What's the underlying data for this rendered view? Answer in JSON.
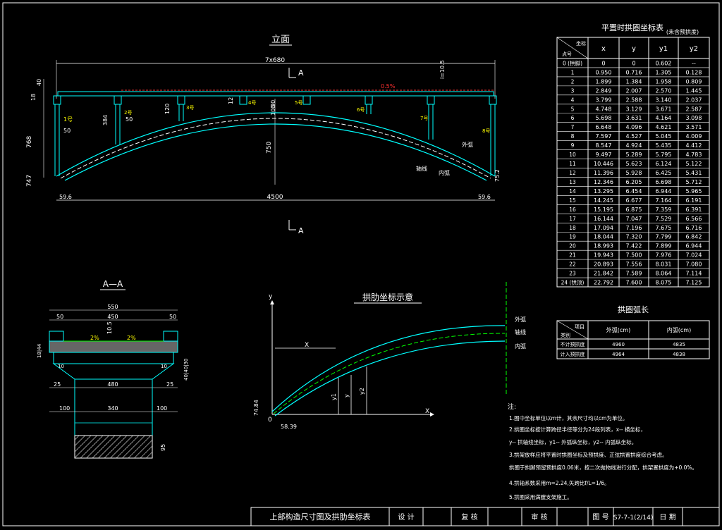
{
  "elevation": {
    "title": "立面",
    "dims": {
      "span_top": "7x680",
      "total": "4500",
      "d40": "40",
      "d18": "18",
      "h768": "768",
      "h747": "747",
      "h750": "750",
      "h384": "384",
      "d50a": "50",
      "d50b": "50",
      "d120": "120",
      "d12": "12",
      "d90": "90",
      "d100": "100",
      "d100b": "100",
      "d40b": "40",
      "d1063": "i=10.5",
      "left_end": "59.6",
      "right_end": "59.6",
      "slope": "0.5%",
      "d752": "75.2"
    },
    "piers": [
      "1号",
      "2号",
      "3号",
      "4号",
      "5号",
      "6号",
      "7号",
      "8号"
    ],
    "labels": {
      "outer": "外弧",
      "axis": "轴线",
      "inner": "内弧"
    },
    "section_mark": "A"
  },
  "section_aa": {
    "title": "A—A",
    "dims": {
      "w550": "550",
      "w50a": "50",
      "w450": "450",
      "w50b": "50",
      "h10": "10.5",
      "w25a": "25",
      "w480": "480",
      "w25b": "25",
      "w100a": "100",
      "w340": "340",
      "w100b": "100",
      "h95": "95",
      "h1844": "18|44",
      "h40": "40|40|30",
      "s10a": "10",
      "s10b": "10",
      "slope_a": "2%",
      "slope_b": "2%"
    }
  },
  "rib_diagram": {
    "title": "拱肋坐标示意",
    "axis_x": "X",
    "axis_y": "y",
    "origin": "0",
    "x_label": "X",
    "y_labels": [
      "y1",
      "y",
      "y2"
    ],
    "d7484": "74.84",
    "d5839": "58.39",
    "legend": [
      "外弧",
      "轴线",
      "内弧"
    ]
  },
  "coord_table": {
    "title": "平置时拱圈坐标表",
    "subtitle": "(未含预拱度)",
    "header_corner_top": "坐标",
    "header_corner_bottom": "点号",
    "columns": [
      "x",
      "y",
      "y1",
      "y2"
    ],
    "rows": [
      [
        "0 (拱脚)",
        "0",
        "0",
        "0.602",
        "--"
      ],
      [
        "1",
        "0.950",
        "0.716",
        "1.305",
        "0.128"
      ],
      [
        "2",
        "1.899",
        "1.384",
        "1.958",
        "0.809"
      ],
      [
        "3",
        "2.849",
        "2.007",
        "2.570",
        "1.445"
      ],
      [
        "4",
        "3.799",
        "2.588",
        "3.140",
        "2.037"
      ],
      [
        "5",
        "4.748",
        "3.129",
        "3.671",
        "2.587"
      ],
      [
        "6",
        "5.698",
        "3.631",
        "4.164",
        "3.098"
      ],
      [
        "7",
        "6.648",
        "4.096",
        "4.621",
        "3.571"
      ],
      [
        "8",
        "7.597",
        "4.527",
        "5.045",
        "4.009"
      ],
      [
        "9",
        "8.547",
        "4.924",
        "5.435",
        "4.412"
      ],
      [
        "10",
        "9.497",
        "5.289",
        "5.795",
        "4.783"
      ],
      [
        "11",
        "10.446",
        "5.623",
        "6.124",
        "5.122"
      ],
      [
        "12",
        "11.396",
        "5.928",
        "6.425",
        "5.431"
      ],
      [
        "13",
        "12.346",
        "6.205",
        "6.698",
        "5.712"
      ],
      [
        "14",
        "13.295",
        "6.454",
        "6.944",
        "5.965"
      ],
      [
        "15",
        "14.245",
        "6.677",
        "7.164",
        "6.191"
      ],
      [
        "16",
        "15.195",
        "6.875",
        "7.359",
        "6.391"
      ],
      [
        "17",
        "16.144",
        "7.047",
        "7.529",
        "6.566"
      ],
      [
        "18",
        "17.094",
        "7.196",
        "7.675",
        "6.716"
      ],
      [
        "19",
        "18.044",
        "7.320",
        "7.799",
        "6.842"
      ],
      [
        "20",
        "18.993",
        "7.422",
        "7.899",
        "6.944"
      ],
      [
        "21",
        "19.943",
        "7.500",
        "7.976",
        "7.024"
      ],
      [
        "22",
        "20.893",
        "7.556",
        "8.031",
        "7.080"
      ],
      [
        "23",
        "21.842",
        "7.589",
        "8.064",
        "7.114"
      ],
      [
        "24 (拱顶)",
        "22.792",
        "7.600",
        "8.075",
        "7.125"
      ]
    ]
  },
  "arch_length_table": {
    "title": "拱圈弧长",
    "corner_top": "项目",
    "corner_bottom": "类别",
    "columns": [
      "外弧(cm)",
      "内弧(cm)"
    ],
    "rows": [
      [
        "不计预拱度",
        "4960",
        "4835"
      ],
      [
        "计入预拱度",
        "4964",
        "4838"
      ]
    ]
  },
  "notes": {
    "title": "注:",
    "lines": [
      "1.图中坐标单位以m计，其余尺寸均以cm为单位。",
      "2.拱圈坐标按计算跨径半径等分为24段列表，x-- 横坐标，",
      "  y-- 拱轴线坐标，y1-- 外弧纵坐标，y2-- 内弧纵坐标。",
      "3.拱架放样应将平置时拱圈坐标及预拱度、正弦拱置拱度综合考虑。",
      "  拱圈于拱脚预留预拱度0.06米，按二次抛物线进行分配，拱架置拱度为+0.0%。",
      "4.拱轴系数采用m=2.24,矢跨比f/L=1/6。",
      "5.拱圈采用满膛支架施工。"
    ]
  },
  "title_block": {
    "title": "上部构造尺寸图及拱肋坐标表",
    "design": "设 计",
    "review": "复 核",
    "audit": "审 核",
    "fig_no_label": "图 号",
    "fig_no": "S7-7-1(2/14)",
    "date": "日 期"
  }
}
